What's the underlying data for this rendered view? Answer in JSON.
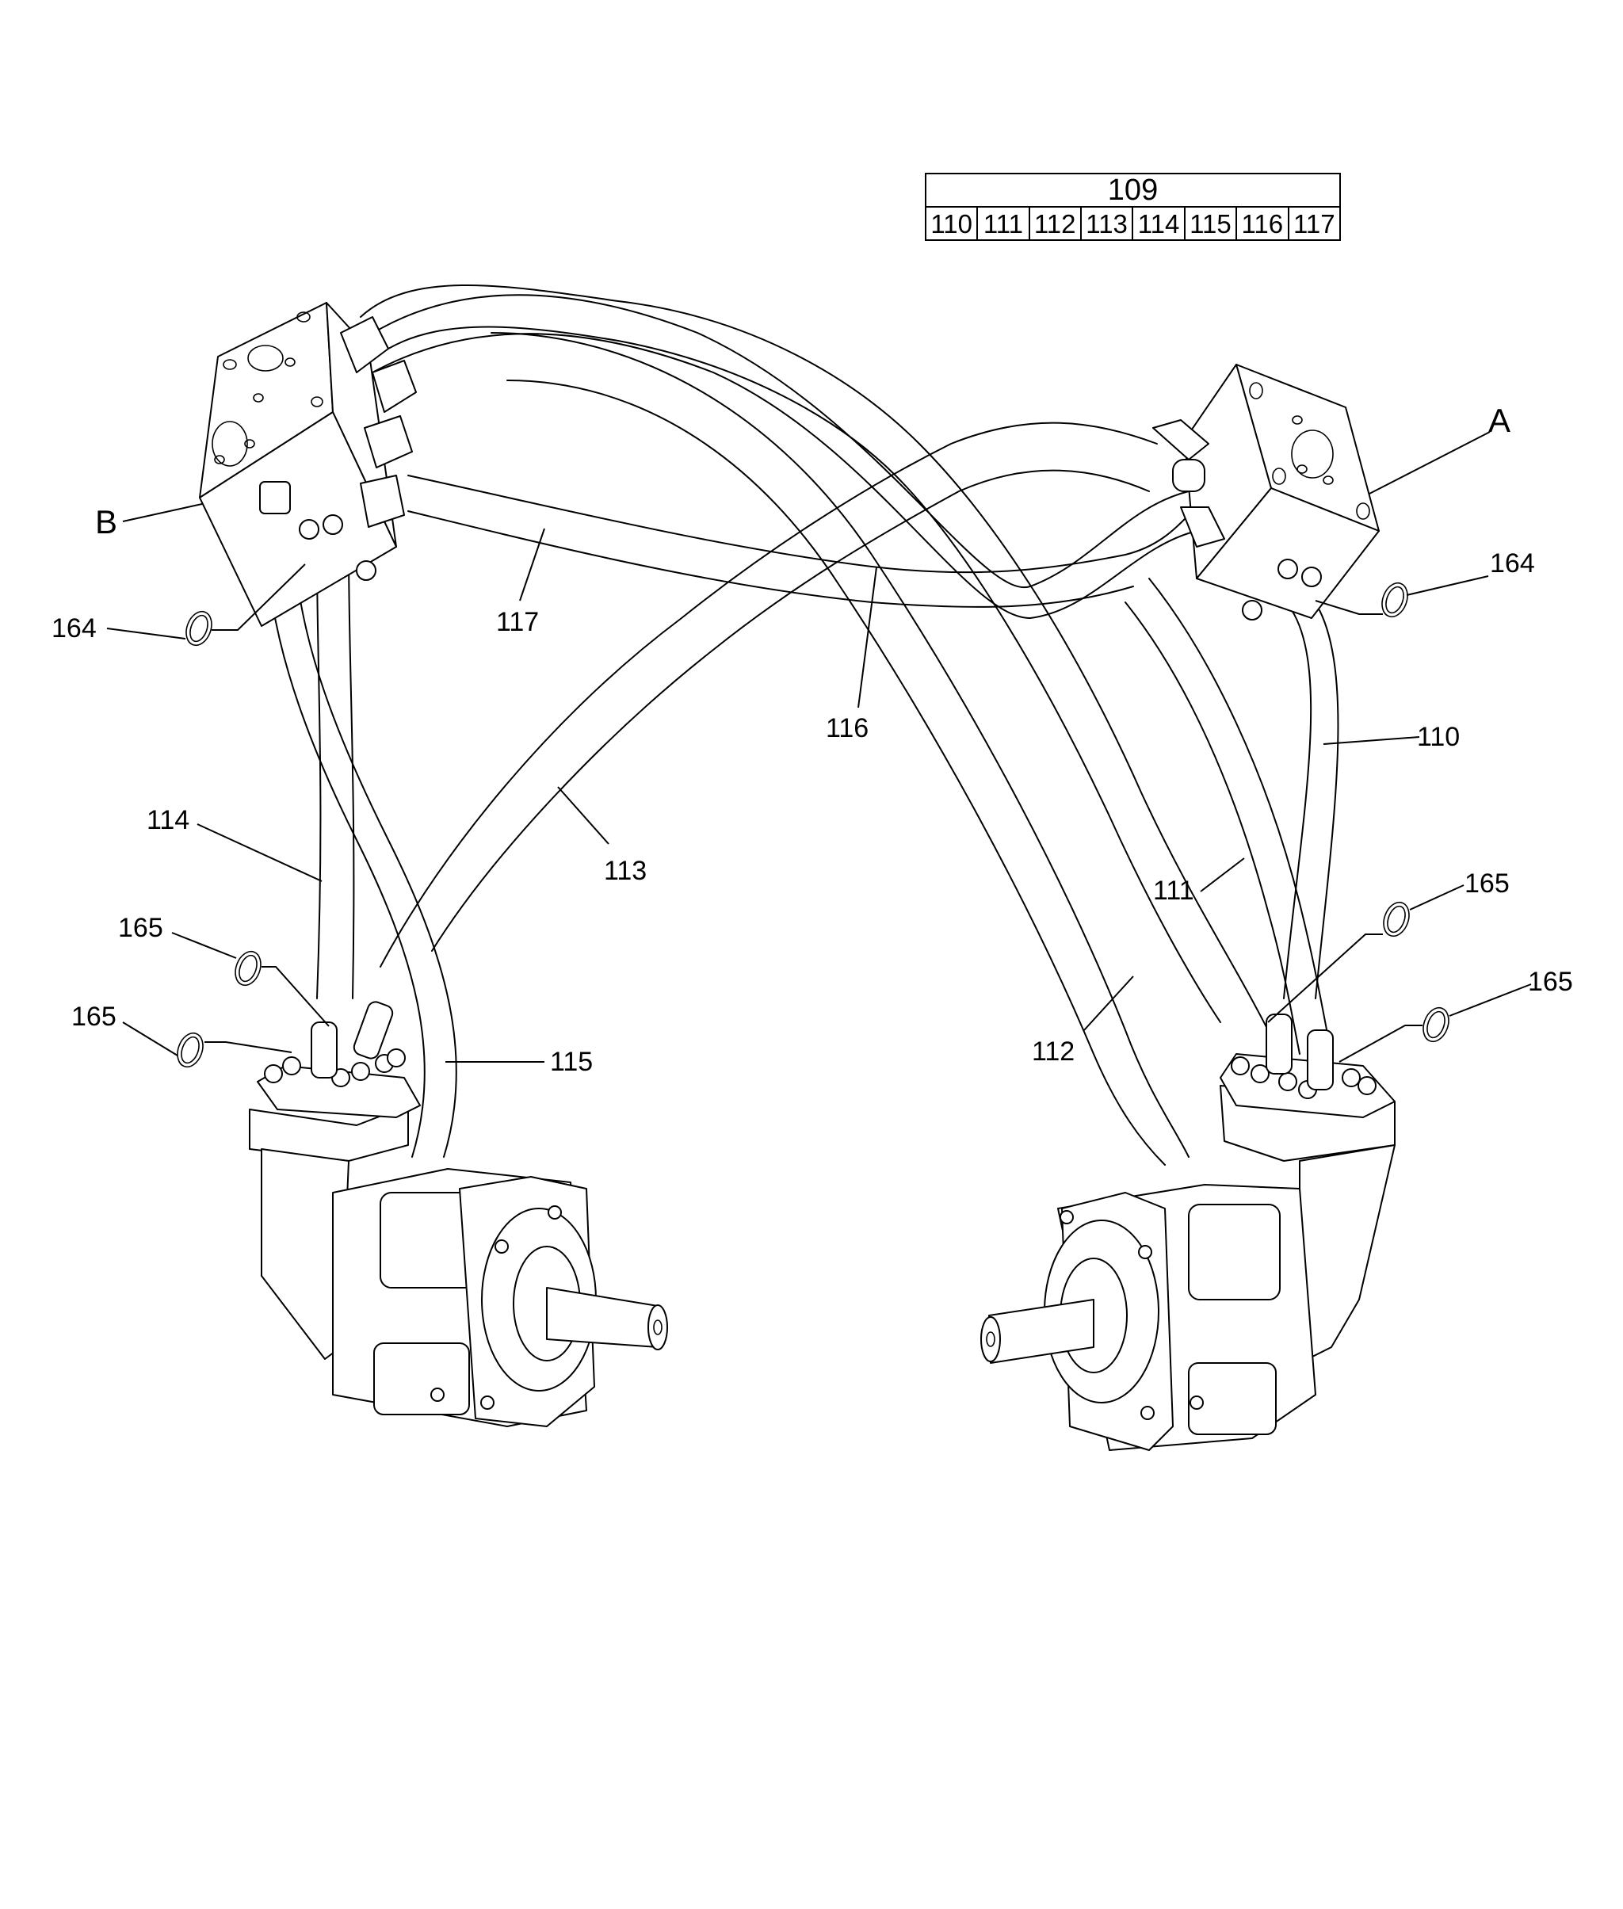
{
  "diagram": {
    "type": "exploded parts view",
    "subject": "hydraulic hose assembly between two manifold blocks and two hydraulic motors",
    "line_color": "#000000",
    "background": "#ffffff"
  },
  "kit_table": {
    "kit_number": "109",
    "contents": [
      "110",
      "111",
      "112",
      "113",
      "114",
      "115",
      "116",
      "117"
    ]
  },
  "view_letters": {
    "a": "A",
    "b": "B"
  },
  "callouts": {
    "c110": "110",
    "c111": "111",
    "c112": "112",
    "c113": "113",
    "c114": "114",
    "c115": "115",
    "c116": "116",
    "c117": "117",
    "c164_left": "164",
    "c164_right": "164",
    "c165_left_upper": "165",
    "c165_left_lower": "165",
    "c165_right_upper": "165",
    "c165_right_lower": "165"
  },
  "parts": [
    {
      "ref": "109",
      "role": "hose kit"
    },
    {
      "ref": "110",
      "role": "hose"
    },
    {
      "ref": "111",
      "role": "hose"
    },
    {
      "ref": "112",
      "role": "hose"
    },
    {
      "ref": "113",
      "role": "hose"
    },
    {
      "ref": "114",
      "role": "hose"
    },
    {
      "ref": "115",
      "role": "hose"
    },
    {
      "ref": "116",
      "role": "hose"
    },
    {
      "ref": "117",
      "role": "hose"
    },
    {
      "ref": "164",
      "role": "o-ring (manifold flange)"
    },
    {
      "ref": "165",
      "role": "o-ring (motor flange)"
    }
  ]
}
